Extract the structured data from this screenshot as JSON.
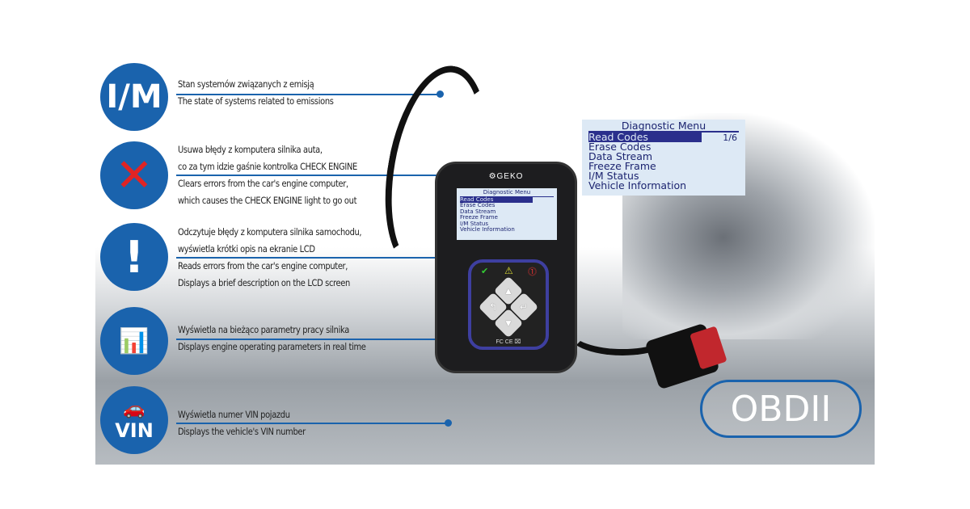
{
  "features": [
    {
      "icon": "I/M",
      "icon_name": "im-icon",
      "lines": [
        "Stan systemów związanych z emisją",
        "The state of systems related to emissions"
      ]
    },
    {
      "icon": "",
      "icon_name": "erase-x-icon",
      "lines": [
        "Usuwa błędy z komputera silnika auta,",
        "co za tym idzie gaśnie kontrolka CHECK ENGINE",
        "Clears errors from the car's engine computer,",
        "which causes the CHECK ENGINE light to go out"
      ]
    },
    {
      "icon": "!",
      "icon_name": "exclamation-icon",
      "lines": [
        "Odczytuje błędy z komputera silnika samochodu,",
        "wyświetla krótki opis na ekranie LCD",
        "Reads errors from the car's engine computer,",
        "Displays a brief description on the LCD screen"
      ]
    },
    {
      "icon": "",
      "icon_name": "data-chart-icon",
      "lines": [
        "Wyświetla na bieżąco parametry pracy silnika",
        "Displays engine operating parameters in real time"
      ]
    },
    {
      "icon": "VIN",
      "icon_name": "vin-car-icon",
      "lines": [
        "Wyświetla numer VIN pojazdu",
        "Displays the vehicle's VIN number"
      ]
    }
  ],
  "device": {
    "brand": "GEKO",
    "certs": "FC  CE  ⌧"
  },
  "menu": {
    "title": "Diagnostic Menu",
    "page": "1/6",
    "items": [
      "Read Codes",
      "Erase Codes",
      "Data Stream",
      "Freeze Frame",
      "I/M Status",
      "Vehicle Information"
    ]
  },
  "badge": "OBDII",
  "colors": {
    "accent": "#1a63ad",
    "lcd": "#dde9f5",
    "highlight": "#2a2f8c"
  }
}
